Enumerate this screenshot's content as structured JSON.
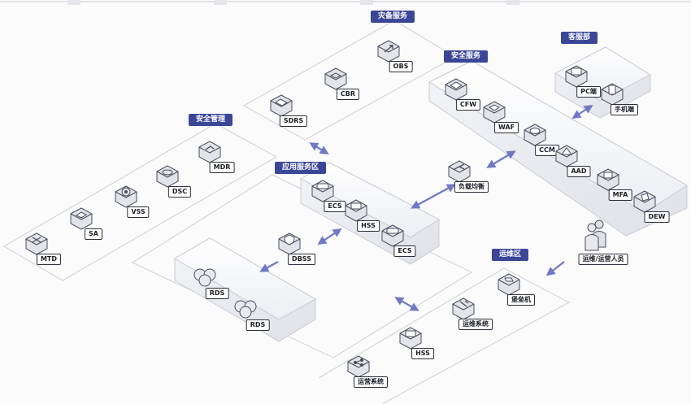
{
  "zones": {
    "disaster": "灾备服务",
    "security_mgmt": "安全管理",
    "app_service": "应用服务区",
    "security_service": "安全服务",
    "customer": "客服部",
    "ops": "运维区"
  },
  "nodes": {
    "obs": "OBS",
    "cbr": "CBR",
    "sdrs": "SDRS",
    "mdr": "MDR",
    "dsc": "DSC",
    "vss": "VSS",
    "sa": "SA",
    "mtd": "MTD",
    "ecs1": "ECS",
    "hss1": "HSS",
    "ecs2": "ECS",
    "dbss": "DBSS",
    "rds1": "RDS",
    "rds2": "RDS",
    "lb": "负载均衡",
    "cfw": "CFW",
    "waf": "WAF",
    "ccm": "CCM",
    "aad": "AAD",
    "mfa": "MFA",
    "dew": "DEW",
    "pc": "PC端",
    "mobile": "手机端",
    "ops_staff": "运维/运营人员",
    "bastion": "堡垒机",
    "ops_sys": "运维系统",
    "hss2": "HSS",
    "op_sys": "运营系统"
  },
  "colors": {
    "badge": "#3a4696",
    "arrow": "#6f79c4",
    "outline": "#d4d6dd"
  }
}
